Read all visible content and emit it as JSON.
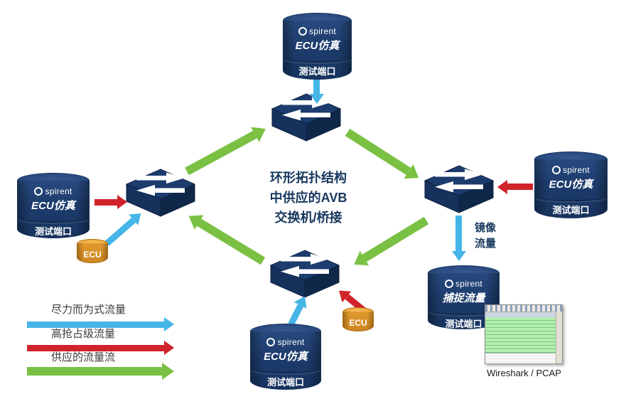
{
  "colors": {
    "best_effort_blue": "#45b5e8",
    "preemption_red": "#d1232a",
    "provisioned_green": "#7ac143",
    "drum_navy": "#1e3c6d",
    "switch_navy": "#1c3c6e",
    "ecu_orange": "#e09a2e"
  },
  "icons": {
    "spirent_logo": "○ ring mark",
    "switch": "⇄ isometric switch box",
    "flow_arrow": "→"
  },
  "center_caption": {
    "line1": "环形拓扑结构",
    "line2": "中供应的AVB",
    "line3": "交换机/桥接"
  },
  "nodes": {
    "top": {
      "brand": "spirent",
      "title": "ECU仿真",
      "port": "测试端口"
    },
    "left": {
      "brand": "spirent",
      "title": "ECU仿真",
      "port": "测试端口"
    },
    "right": {
      "brand": "spirent",
      "title": "ECU仿真",
      "port": "测试端口"
    },
    "bottom": {
      "brand": "spirent",
      "title": "ECU仿真",
      "port": "测试端口"
    },
    "capture": {
      "brand": "spirent",
      "title": "捕捉流量",
      "port": "测试端口"
    }
  },
  "ecu": {
    "left": "ECU",
    "bottom": "ECU"
  },
  "labels": {
    "mirror_traffic": "镜像流量",
    "wireshark_caption": "Wireshark / PCAP"
  },
  "legend": {
    "best_effort": "尽力而为式流量",
    "preemptive": "高抢占级流量",
    "provisioned": "供应的流量流"
  }
}
